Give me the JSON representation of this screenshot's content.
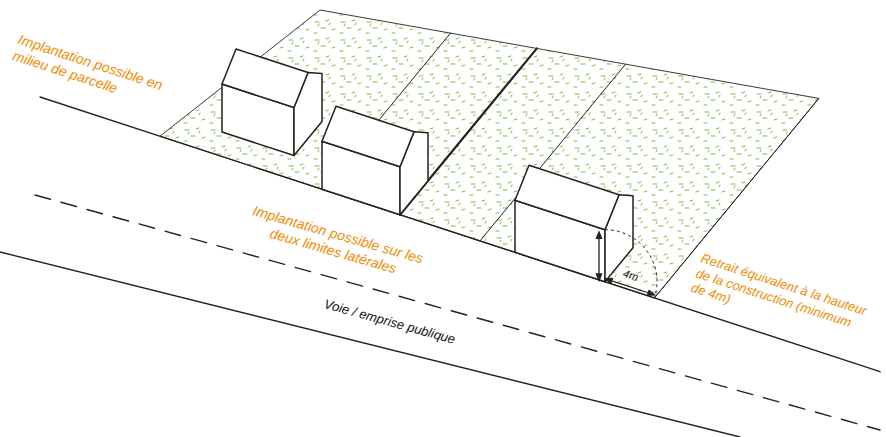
{
  "diagram": {
    "labels": [
      "Implantation possible en milieu de parcelle",
      "Implantation possible sur les deux limites latérales",
      "4m",
      "Retrait équivalent à la hauteur de la construction (minimum de 4m)",
      "Voie / emprise publique"
    ]
  }
}
